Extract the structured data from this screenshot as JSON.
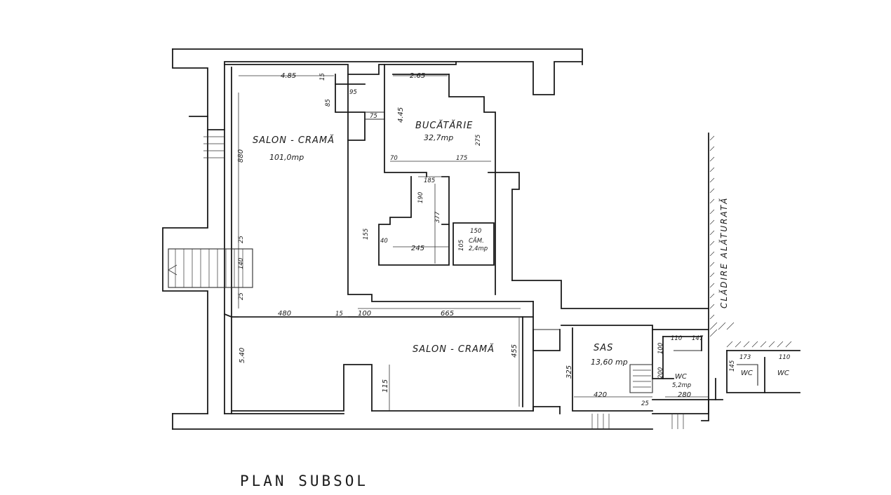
{
  "title": "PLAN SUBSOL",
  "side_label": "CLĂDIRE ALĂTURATĂ",
  "rooms": {
    "salon_top": {
      "name": "SALON - CRAMĂ",
      "area": "101,0mp"
    },
    "bucatarie": {
      "name": "BUCĂTĂRIE",
      "area": "32,7mp"
    },
    "camara": {
      "name": "CĂM.",
      "area": "2,4mp"
    },
    "salon_bottom": {
      "name": "SALON - CRAMĂ"
    },
    "sas": {
      "name": "SAS",
      "area": "13,60 mp"
    },
    "wc_main": {
      "name": "WC",
      "area": "5,2mp"
    },
    "wc_a": {
      "name": "WC"
    },
    "wc_b": {
      "name": "WC"
    }
  },
  "dimensions": {
    "d485": "4.85",
    "d15a": "15",
    "d265": "2.65",
    "d95": "95",
    "d85": "85",
    "d75": "75",
    "d445": "4.45",
    "d275": "275",
    "d880": "880",
    "d70": "70",
    "d175": "175",
    "d185": "185",
    "d190": "190",
    "d377": "377",
    "d150": "150",
    "d155": "155",
    "d40": "40",
    "d245": "245",
    "d105": "105",
    "d25a": "25",
    "d140": "140",
    "d25b": "25",
    "d480": "480",
    "d15b": "15",
    "d100a": "100",
    "d665": "665",
    "d540": "5.40",
    "d455": "455",
    "d115": "115",
    "d325": "325",
    "d420": "420",
    "d25c": "25",
    "d200": "200",
    "d100b": "100",
    "d110a": "110",
    "d147": "147",
    "d280": "280",
    "d145": "145",
    "d173": "173",
    "d110b": "110"
  }
}
